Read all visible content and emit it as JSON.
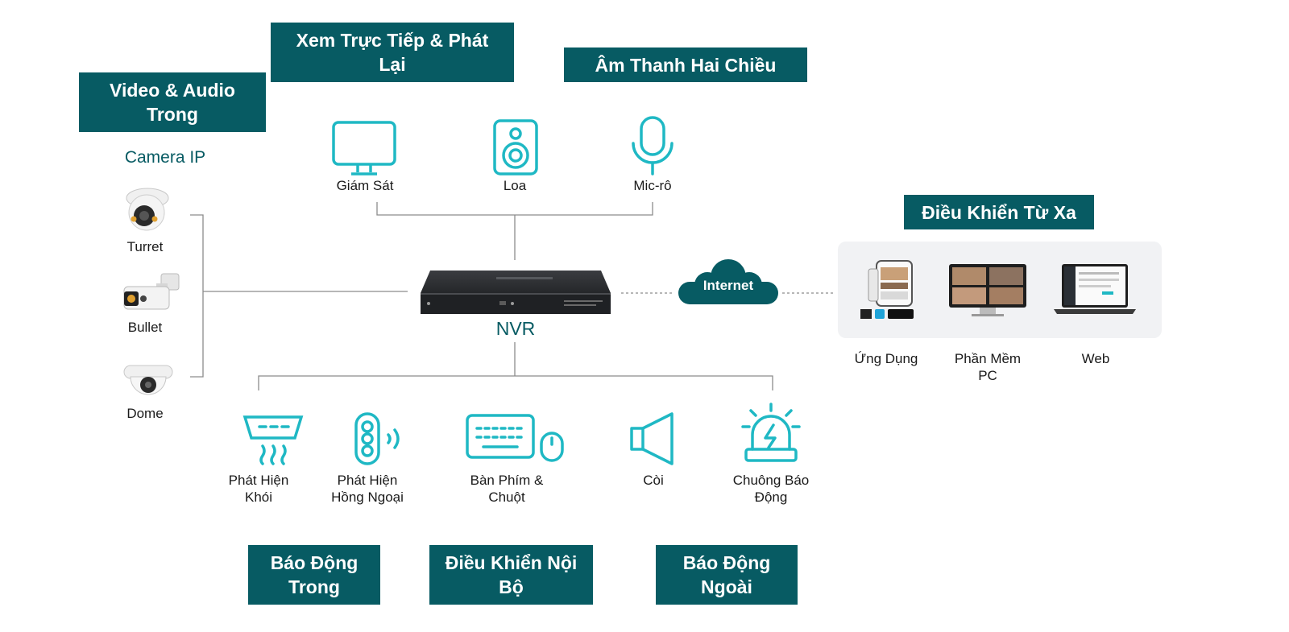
{
  "titles": {
    "video_audio_in": [
      "Video & Audio",
      "Trong"
    ],
    "live_playback": [
      "Xem Trực Tiếp & Phát",
      "Lại"
    ],
    "two_way_audio": "Âm Thanh Hai Chiều",
    "remote_control": "Điều Khiển Từ Xa",
    "alarm_in": [
      "Báo Động",
      "Trong"
    ],
    "local_control": [
      "Điều Khiển Nội",
      "Bộ"
    ],
    "alarm_out": [
      "Báo Động",
      "Ngoài"
    ]
  },
  "cameras": {
    "heading": "Camera IP",
    "items": [
      "Turret",
      "Bullet",
      "Dome"
    ]
  },
  "monitor_devices": [
    "Giám Sát",
    "Loa",
    "Mic-rô"
  ],
  "nvr": {
    "label": "NVR",
    "internet": "Internet"
  },
  "remote_items": [
    [
      "Ứng Dụng"
    ],
    [
      "Phần Mềm",
      "PC"
    ],
    [
      "Web"
    ]
  ],
  "bottom_devices": [
    [
      "Phát Hiện",
      "Khói"
    ],
    [
      "Phát Hiện",
      "Hồng Ngoại"
    ],
    [
      "Bàn Phím &",
      "Chuột"
    ],
    [
      "Còi"
    ],
    [
      "Chuông Báo",
      "Động"
    ]
  ],
  "colors": {
    "teal_box": "#075b63",
    "icon_teal": "#1fb8c4",
    "line": "#8c8c8c"
  }
}
